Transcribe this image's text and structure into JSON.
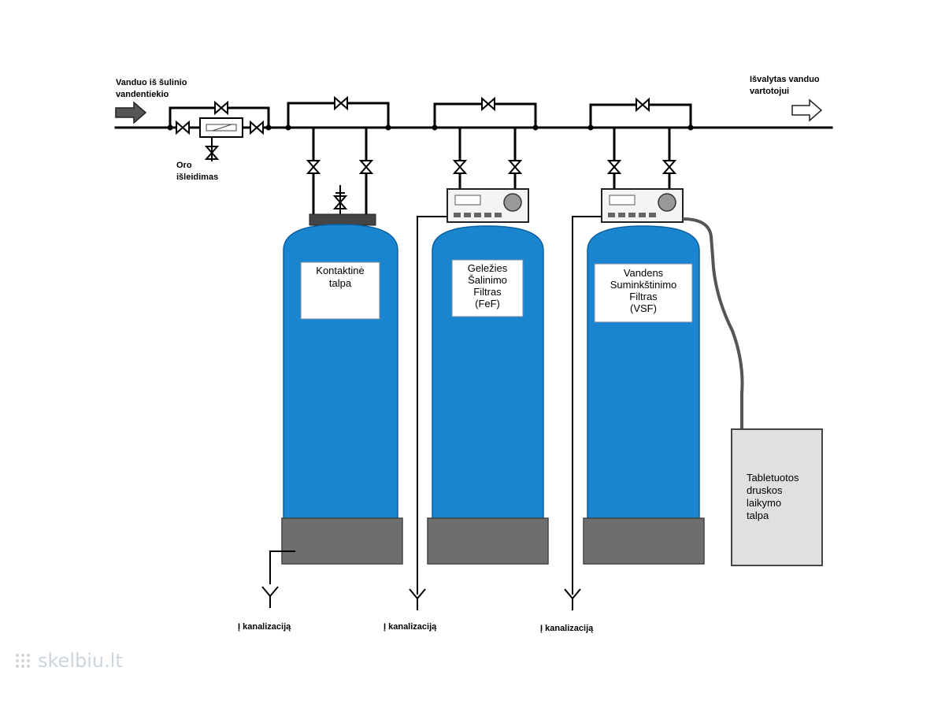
{
  "labels": {
    "inlet": [
      "Vanduo iš šulinio",
      "vandentiekio"
    ],
    "outlet": [
      "Išvalytas vanduo",
      "vartotojui"
    ],
    "bypass_valve": [
      "Oro",
      "išleidimas"
    ],
    "drain_1": "Į kanalizaciją",
    "drain_2": "Į kanalizaciją",
    "drain_3": "Į kanalizaciją"
  },
  "tanks": [
    {
      "lines": [
        "Kontaktinė",
        "talpa"
      ]
    },
    {
      "lines": [
        "Geležies",
        "Šalinimo",
        "Filtras",
        "(FeF)"
      ]
    },
    {
      "lines": [
        "Vandens",
        "Suminkštinimo",
        "Filtras",
        "(VSF)"
      ]
    }
  ],
  "brine_tank": {
    "lines": [
      "Tabletuotos",
      "druskos",
      "laikymo",
      "talpa"
    ]
  },
  "watermark": "skelbiu.lt",
  "colors": {
    "tank": "#1a85cf",
    "base": "#6e6e6e",
    "brine": "#e0e0e0"
  }
}
